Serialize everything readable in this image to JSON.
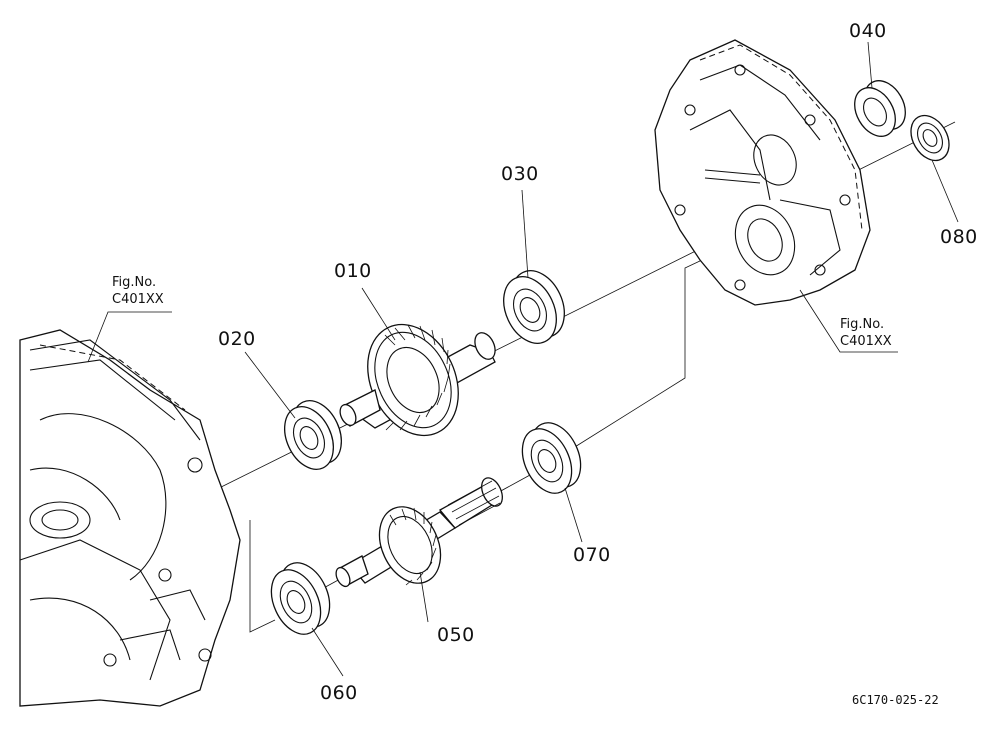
{
  "part_labels": {
    "p010": "010",
    "p020": "020",
    "p030": "030",
    "p040": "040",
    "p050": "050",
    "p060": "060",
    "p070": "070",
    "p080": "080"
  },
  "fig_refs": {
    "left": {
      "line1": "Fig.No.",
      "line2": "C401XX"
    },
    "right": {
      "line1": "Fig.No.",
      "line2": "C401XX"
    }
  },
  "drawing_code": "6C170-025-22"
}
